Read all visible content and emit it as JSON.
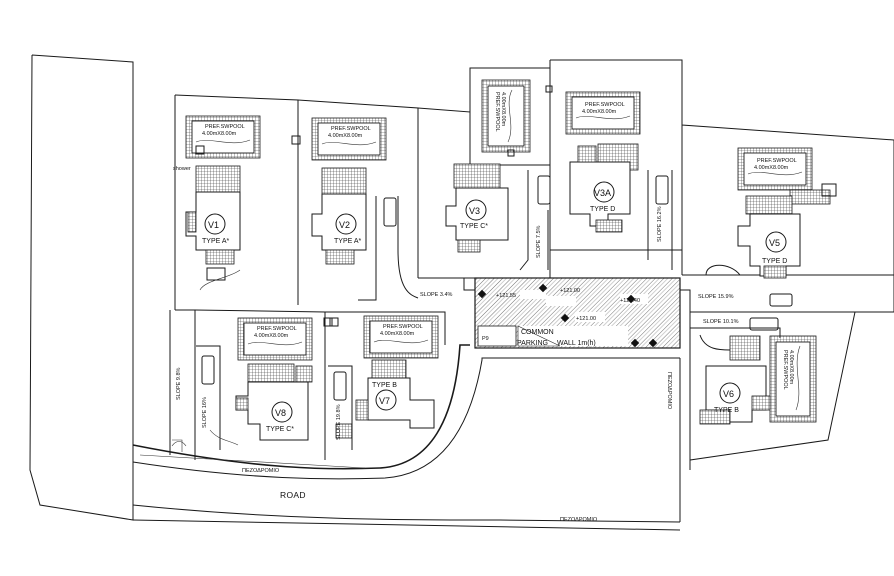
{
  "villas": [
    {
      "id": "V1",
      "type": "TYPE A*",
      "pool": [
        "PREF.SWPOOL",
        "4.00mX8.00m"
      ],
      "extra": "shower"
    },
    {
      "id": "V2",
      "type": "TYPE A*",
      "pool": [
        "PREF.SWPOOL",
        "4.00mX8.00m"
      ]
    },
    {
      "id": "V3",
      "type": "TYPE C*",
      "pool": [
        "PREF.SWPOOL",
        "4.00mX8.00m"
      ]
    },
    {
      "id": "V3A",
      "type": "TYPE D",
      "pool": [
        "PREF.SWPOOL",
        "4.00mX8.00m"
      ]
    },
    {
      "id": "V5",
      "type": "TYPE D",
      "pool": [
        "PREF.SWPOOL",
        "4.00mX8.00m"
      ]
    },
    {
      "id": "V6",
      "type": "TYPE B",
      "pool": [
        "PREF.SWPOOL",
        "4.00mX8.00m"
      ]
    },
    {
      "id": "V7",
      "type": "TYPE B",
      "pool": [
        "PREF.SWPOOL",
        "4.00mX8.00m"
      ]
    },
    {
      "id": "V8",
      "type": "TYPE C*",
      "pool": [
        "PREF.SWPOOL",
        "4.00mX8.00m"
      ]
    }
  ],
  "slopes": [
    "SLOPE 9.8%",
    "SLOPE 16%",
    "SLOPE 19.8%",
    "SLOPE 3.4%",
    "SLOPE 7.5%",
    "SLOPE 16.2%",
    "SLOPE 15.9%",
    "SLOPE 10.1%"
  ],
  "parking": {
    "label_1": "COMMON",
    "label_2": "PARKING",
    "wall": "WALL 1m(h)",
    "code": "P9",
    "levels": [
      "+121.55",
      "+121.00",
      "+120.40",
      "+121.00"
    ]
  },
  "roads": {
    "main": "ROAD",
    "footpath_1": "ΠΕΖΟΔΡΟΜΙΟ",
    "footpath_2": "ΠΕΖΟΔΡΟΜΙΟ",
    "footpath_3": "ΠΕΖΟΔΡΟΜΙΟ"
  }
}
